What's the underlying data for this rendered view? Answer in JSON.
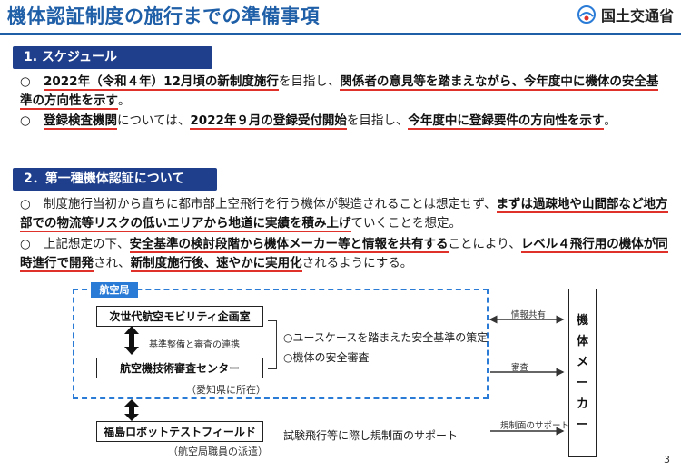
{
  "header": {
    "title": "機体認証制度の施行までの準備事項",
    "logo_text": "国土交通省"
  },
  "sections": {
    "s1": {
      "heading": "1. スケジュール",
      "p1": {
        "bullet": "○",
        "a": "2022年（令和４年）12月頃の新制度施行",
        "b": "を目指し、",
        "c": "関係者の意見等を踏まえながら、今年度中に機体の安全基準の方向性を示す",
        "d": "。"
      },
      "p2": {
        "bullet": "○",
        "a": "登録検査機関",
        "b": "については、",
        "c": "2022年９月の登録受付開始",
        "d": "を目指し、",
        "e": "今年度中に登録要件の方向性を示す",
        "f": "。"
      }
    },
    "s2": {
      "heading": "2．第一種機体認証について",
      "p1": {
        "bullet": "○",
        "a": "制度施行当初から直ちに都市部上空飛行を行う機体が製造されることは想定せず、",
        "b": "まずは過疎地や山間部など地方部での物流等リスクの低いエリアから地道に実績を積み上げ",
        "c": "ていくことを想定。"
      },
      "p2": {
        "bullet": "○",
        "a": "上記想定の下、",
        "b": "安全基準の検討段階から機体メーカー等と情報を共有する",
        "c": "ことにより、",
        "d": "レベル４飛行用の機体が同時進行で開発",
        "e": "され、",
        "f": "新制度施行後、速やかに実用化",
        "g": "されるようにする。"
      }
    }
  },
  "diagram": {
    "koku_tag": "航空局",
    "box1": "次世代航空モビリティ企画室",
    "box2": "航空機技術審査センター",
    "box3": "福島ロボットテストフィールド",
    "maker_chars": [
      "機",
      "体",
      "メ",
      "ー",
      "カ",
      "ー"
    ],
    "link_label": "基準整備と審査の連携",
    "aichi_label": "（愛知県に所在）",
    "haken_label": "（航空局職員の派遣）",
    "mid1": "○ユースケースを踏まえた安全基準の策定",
    "mid2": "○機体の安全審査",
    "mid3": "試験飛行等に際し規制面のサポート",
    "arrow1": "情報共有",
    "arrow2": "審査",
    "arrow3": "規制面のサポート"
  },
  "page_number": "3",
  "colors": {
    "title_blue": "#1f5fa8",
    "section_navy": "#1f3f8c",
    "dash_blue": "#2a7bd6",
    "underline_red": "#e0302a"
  }
}
